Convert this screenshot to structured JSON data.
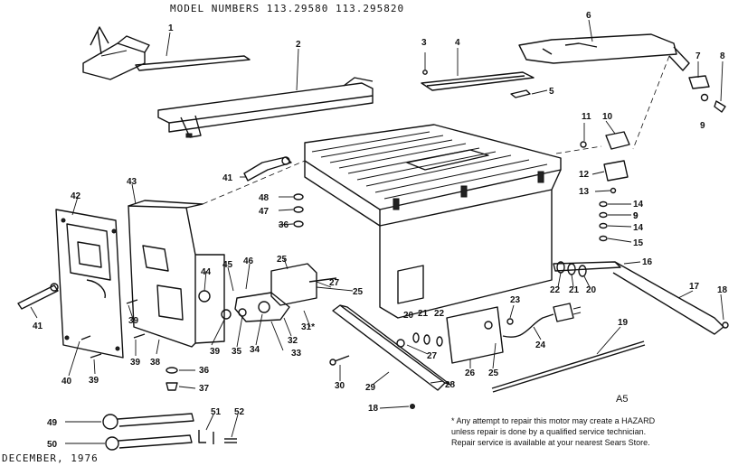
{
  "header": {
    "title": "MODEL NUMBERS 113.29580 113.295820"
  },
  "footer": {
    "date": "DECEMBER, 1976"
  },
  "figure_code": "A5",
  "note": {
    "line1": "* Any attempt to repair this motor may create a HAZARD",
    "line2": "unless repair is done by a qualified service technician.",
    "line3": "Repair service is available at your nearest Sears Store."
  },
  "callouts": [
    "1",
    "2",
    "3",
    "4",
    "5",
    "6",
    "7",
    "8",
    "9",
    "9",
    "10",
    "11",
    "12",
    "13",
    "14",
    "9",
    "14",
    "15",
    "16",
    "17",
    "18",
    "18",
    "19",
    "20",
    "20",
    "21",
    "21",
    "22",
    "22",
    "23",
    "24",
    "25",
    "25",
    "25",
    "26",
    "27",
    "27",
    "28",
    "29",
    "30",
    "31*",
    "32",
    "33",
    "34",
    "35",
    "36",
    "36",
    "37",
    "38",
    "39",
    "39",
    "39",
    "39",
    "40",
    "41",
    "41",
    "42",
    "43",
    "44",
    "45",
    "46",
    "47",
    "48",
    "49",
    "50",
    "51",
    "52"
  ]
}
